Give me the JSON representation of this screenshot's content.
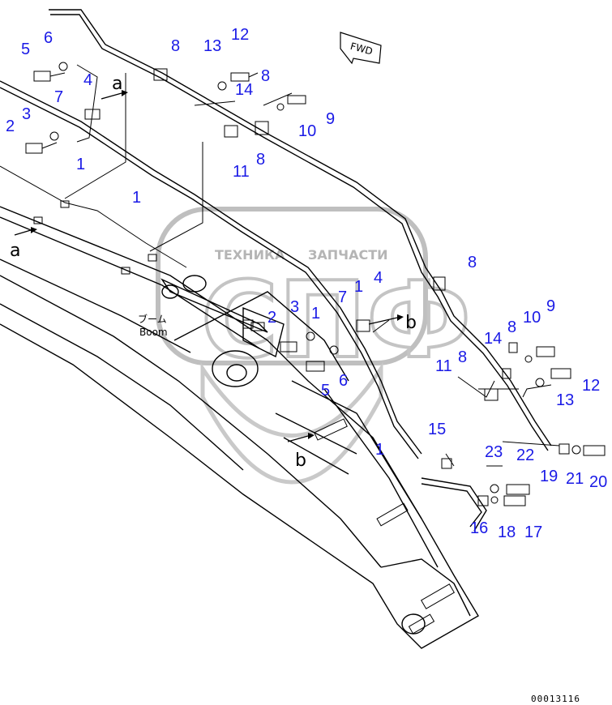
{
  "callouts": [
    {
      "id": "c1",
      "text": "5"
    },
    {
      "id": "c2",
      "text": "6"
    },
    {
      "id": "c3",
      "text": "4"
    },
    {
      "id": "c4",
      "text": "7"
    },
    {
      "id": "c5",
      "text": "3"
    },
    {
      "id": "c6",
      "text": "2"
    },
    {
      "id": "c7",
      "text": "1"
    },
    {
      "id": "c8",
      "text": "8"
    },
    {
      "id": "c9",
      "text": "13"
    },
    {
      "id": "c10",
      "text": "12"
    },
    {
      "id": "c11",
      "text": "8"
    },
    {
      "id": "c12",
      "text": "14"
    },
    {
      "id": "c13",
      "text": "9"
    },
    {
      "id": "c14",
      "text": "10"
    },
    {
      "id": "c15",
      "text": "8"
    },
    {
      "id": "c16",
      "text": "11"
    },
    {
      "id": "c17",
      "text": "1"
    },
    {
      "id": "c18",
      "text": "8"
    },
    {
      "id": "c19",
      "text": "7"
    },
    {
      "id": "c20",
      "text": "1"
    },
    {
      "id": "c21",
      "text": "4"
    },
    {
      "id": "c22",
      "text": "2"
    },
    {
      "id": "c23",
      "text": "3"
    },
    {
      "id": "c24",
      "text": "1"
    },
    {
      "id": "c25",
      "text": "6"
    },
    {
      "id": "c26",
      "text": "5"
    },
    {
      "id": "c27",
      "text": "8"
    },
    {
      "id": "c28",
      "text": "10"
    },
    {
      "id": "c29",
      "text": "9"
    },
    {
      "id": "c30",
      "text": "14"
    },
    {
      "id": "c31",
      "text": "11"
    },
    {
      "id": "c32",
      "text": "8"
    },
    {
      "id": "c33",
      "text": "12"
    },
    {
      "id": "c34",
      "text": "13"
    },
    {
      "id": "c35",
      "text": "1"
    },
    {
      "id": "c36",
      "text": "15"
    },
    {
      "id": "c37",
      "text": "23"
    },
    {
      "id": "c38",
      "text": "22"
    },
    {
      "id": "c39",
      "text": "19"
    },
    {
      "id": "c40",
      "text": "21"
    },
    {
      "id": "c41",
      "text": "20"
    },
    {
      "id": "c42",
      "text": "16"
    },
    {
      "id": "c43",
      "text": "18"
    },
    {
      "id": "c44",
      "text": "17"
    }
  ],
  "view_markers": {
    "a_top": "a",
    "a_left": "a",
    "b_right": "b",
    "b_bottom": "b"
  },
  "fwd_label": "FWD",
  "boom_label_jp": "ブーム",
  "boom_label_en": "Boom",
  "watermark": {
    "line1": "ТЕХНИКА",
    "line2": "ЗАПЧАСТИ",
    "logo": "СПФ"
  },
  "doc_number": "00013116",
  "colors": {
    "callout": "#1a1ae6",
    "line": "#000000",
    "watermark": "#bfbfbf"
  }
}
